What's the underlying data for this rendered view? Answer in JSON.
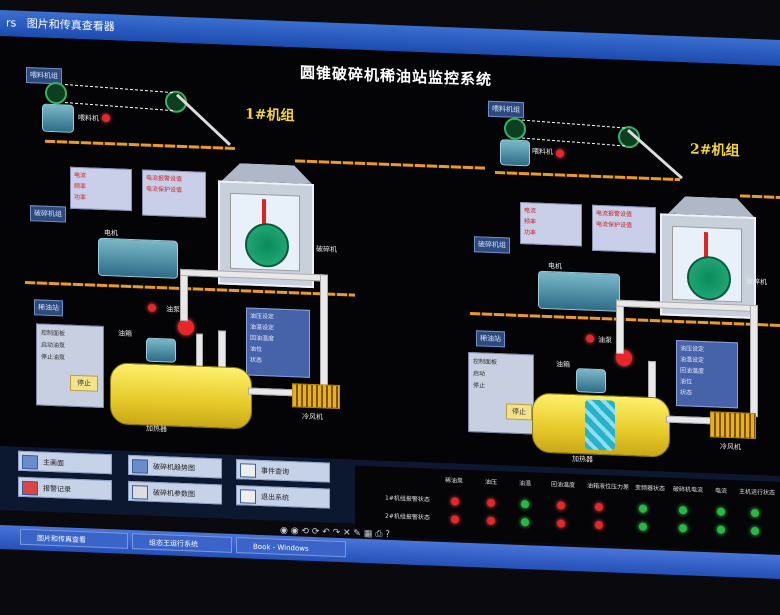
{
  "window": {
    "title_prefix": "rs",
    "title": "图片和传真查看器"
  },
  "hmi": {
    "title": "圆锥破碎机稀油站监控系统",
    "unit1": {
      "title": "1#机组",
      "label_top": "喂料机组",
      "label_mid": "破碎机组",
      "label_low": "稀油站",
      "feeder_label": "喂料机",
      "motor_label": "电机",
      "crusher_label": "破碎机",
      "pump_label": "油泵",
      "heater_label": "加热器",
      "fan_label": "冷风机",
      "reservoir_label": "油箱",
      "stop_label": "停止",
      "elec_panel": [
        "电流",
        "频率",
        "功率"
      ],
      "alarm_panel": [
        "电流报警设值",
        "电流保护设值"
      ],
      "oil_panel": [
        "油压设定",
        "油温设定",
        "回油温度",
        "油位",
        "状态"
      ],
      "ctrl_panel": [
        "控制面板",
        "启动油泵",
        "停止油泵"
      ]
    },
    "unit2": {
      "title": "2#机组",
      "label_top": "喂料机组",
      "label_mid": "破碎机组",
      "label_low": "稀油站",
      "feeder_label": "喂料机",
      "motor_label": "电机",
      "crusher_label": "破碎机",
      "pump_label": "油泵",
      "heater_label": "加热器",
      "fan_label": "冷风机",
      "reservoir_label": "油箱",
      "stop_label": "停止",
      "elec_panel": [
        "电流",
        "频率",
        "功率"
      ],
      "alarm_panel": [
        "电流报警设值",
        "电流保护设值"
      ],
      "oil_panel": [
        "油压设定",
        "油温设定",
        "回油温度",
        "油位",
        "状态"
      ],
      "ctrl_panel": [
        "控制面板",
        "启动",
        "停止"
      ]
    }
  },
  "nav": {
    "main_screen": "主画面",
    "crusher_trend": "破碎机趋势图",
    "event_query": "事件查询",
    "alarm_record": "报警记录",
    "crusher_params": "破碎机参数图",
    "exit_system": "退出系统"
  },
  "status": {
    "headers": [
      "稀油泵",
      "油压",
      "油温",
      "回油温度",
      "油箱液位压力差",
      "变频器状态",
      "破碎机电流",
      "电流",
      "主机运行状态"
    ],
    "row1_label": "1#机组报警状态",
    "row2_label": "2#机组报警状态",
    "row1": [
      "red",
      "red",
      "green",
      "red",
      "red",
      "green",
      "green",
      "green",
      "green"
    ],
    "row2": [
      "red",
      "red",
      "green",
      "red",
      "red",
      "green",
      "green",
      "green",
      "green"
    ]
  },
  "taskbar": {
    "item1": "图片和传真查看",
    "item2": "组态王运行系统",
    "item3": "Book - Windows"
  },
  "colors": {
    "accent_yellow": "#f4d43c",
    "alarm_red": "#e8262a",
    "ok_green": "#28b84a",
    "conveyor": "#e89a2a"
  }
}
